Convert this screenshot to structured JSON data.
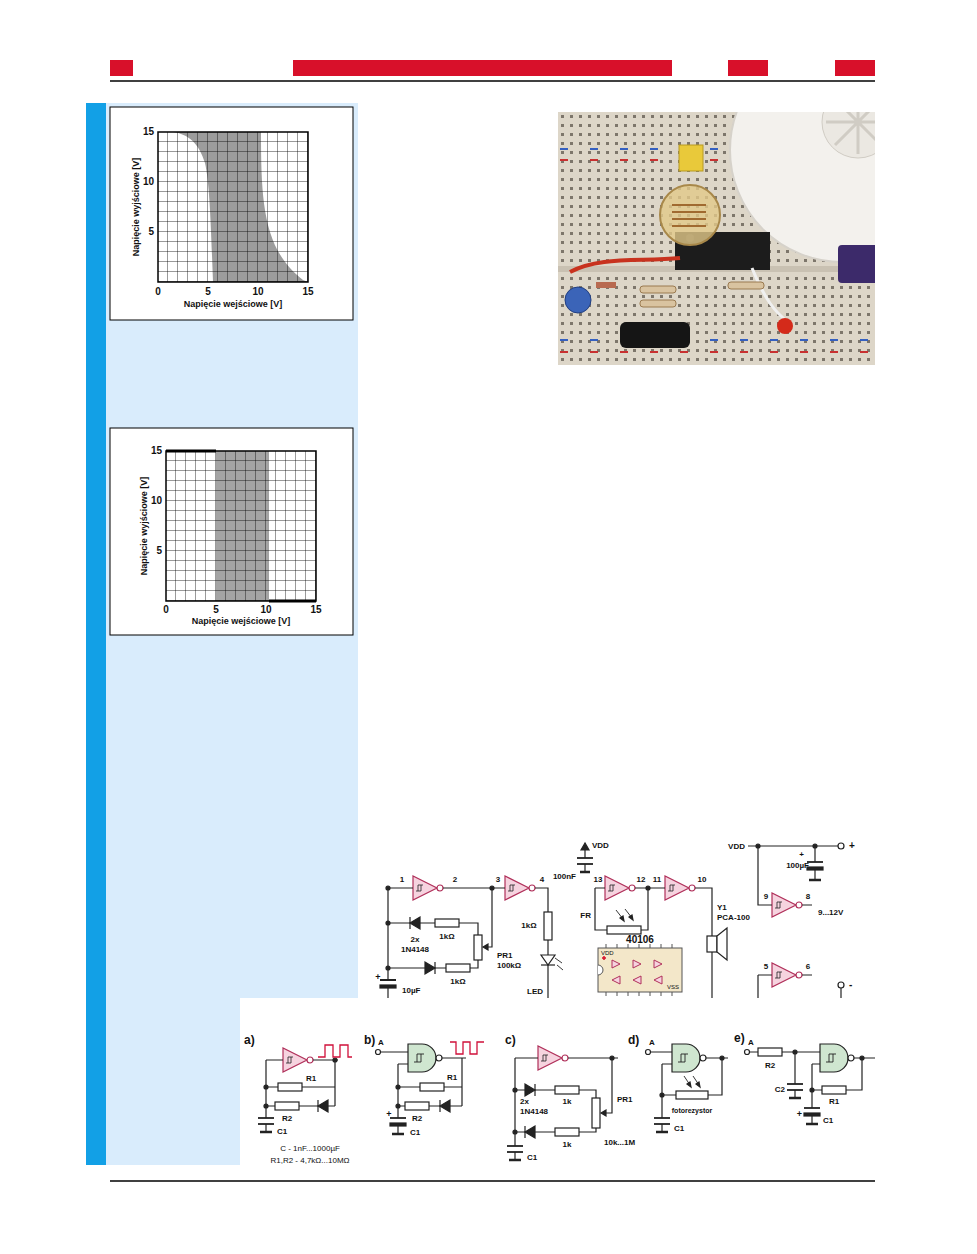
{
  "diagram": {
    "labels": [
      "15",
      "10",
      "5",
      "0",
      "5",
      "10",
      "15",
      "Napięcie wyjściowe [V]",
      "Napięcie wejściowe [V]",
      "15",
      "10",
      "5",
      "0",
      "5",
      "10",
      "15",
      "Napięcie wyjściowe [V]",
      "Napięcie wejściowe [V]",
      "1",
      "2",
      "3",
      "4",
      "1kΩ",
      "2x",
      "1N4148",
      "PR1",
      "100kΩ",
      "1kΩ",
      "10µF",
      "1kΩ",
      "LED",
      "+",
      "VDD",
      "100nF",
      "13",
      "12",
      "11",
      "10",
      "FR",
      "Y1",
      "PCA-100",
      "40106",
      "VDD",
      "VSS",
      "VDD",
      "100µF",
      "+",
      "+",
      "9",
      "8",
      "9...12V",
      "5",
      "6",
      "-",
      "a)",
      "R1",
      "R2",
      "C1",
      "C - 1nF...1000µF",
      "R1,R2 - 4,7kΩ...10MΩ",
      "b)",
      "A",
      "R1",
      "R2",
      "C1",
      "c)",
      "2x",
      "1N4148",
      "1k",
      "PR1",
      "10k...1M",
      "1k",
      "C1",
      "d)",
      "A",
      "fotorezystor",
      "C1",
      "e)",
      "A",
      "R2",
      "C2",
      "R1",
      "C1",
      "+",
      "+"
    ]
  }
}
